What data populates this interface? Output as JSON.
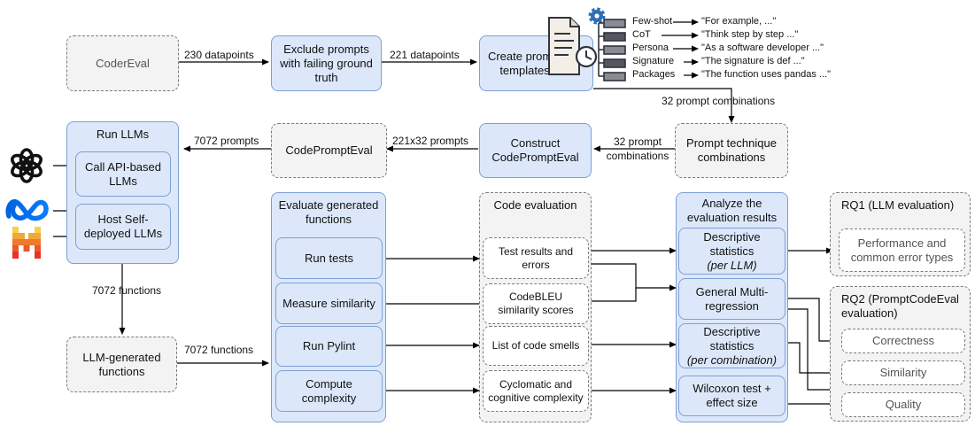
{
  "nodes": {
    "codereval": "CoderEval",
    "exclude": "Exclude prompts with failing ground truth",
    "create_templates": "Create prompt templates",
    "prompt_combos": "Prompt technique combinations",
    "construct": "Construct CodePromptEval",
    "codeprompteval": "CodePromptEval",
    "run_llms": "Run LLMs",
    "call_api": "Call API-based LLMs",
    "host_self": "Host Self-deployed LLMs",
    "llm_generated": "LLM-generated functions",
    "evaluate": "Evaluate generated functions",
    "run_tests": "Run tests",
    "measure_similarity": "Measure similarity",
    "run_pylint": "Run Pylint",
    "compute_complexity": "Compute complexity",
    "code_evaluation": "Code evaluation",
    "test_results": "Test results and errors",
    "codebleu": "CodeBLEU similarity scores",
    "code_smells": "List of code smells",
    "cyclomatic": "Cyclomatic and cognitive complexity",
    "analyze": "Analyze the evaluation results",
    "desc_llm": "Descriptive statistics",
    "desc_llm_sub": "(per LLM)",
    "multi_regression": "General Multi-regression",
    "desc_combo": "Descriptive statistics",
    "desc_combo_sub": "(per combination)",
    "wilcoxon": "Wilcoxon test + effect size",
    "rq1": "RQ1 (LLM evaluation)",
    "perf_errors": "Performance and common error types",
    "rq2": "RQ2 (PromptCodeEval evaluation)",
    "correctness": "Correctness",
    "similarity": "Similarity",
    "quality": "Quality"
  },
  "edges": {
    "e1": "230 datapoints",
    "e2": "221 datapoints",
    "e3": "32 prompt combinations",
    "e4": "32 prompt combinations",
    "e5": "221x32 prompts",
    "e6": "7072 prompts",
    "e7": "7072 functions",
    "e8": "7072 functions"
  },
  "techniques": [
    {
      "name": "Few-shot",
      "example": "\"For example, ...\""
    },
    {
      "name": "CoT",
      "example": "\"Think step by step ...\""
    },
    {
      "name": "Persona",
      "example": "\"As a software developer ...\""
    },
    {
      "name": "Signature",
      "example": "\"The signature is def ...\""
    },
    {
      "name": "Packages",
      "example": "\"The function uses pandas ...\""
    }
  ],
  "icons": [
    "openai-logo-icon",
    "meta-logo-icon",
    "mistral-logo-icon",
    "template-document-icon",
    "gear-icon",
    "clock-icon"
  ],
  "colors": {
    "process_fill": "#dce8fa",
    "process_border": "#7d9fd3",
    "data_fill": "#f3f3f3",
    "data_border": "#7a7a7a"
  }
}
